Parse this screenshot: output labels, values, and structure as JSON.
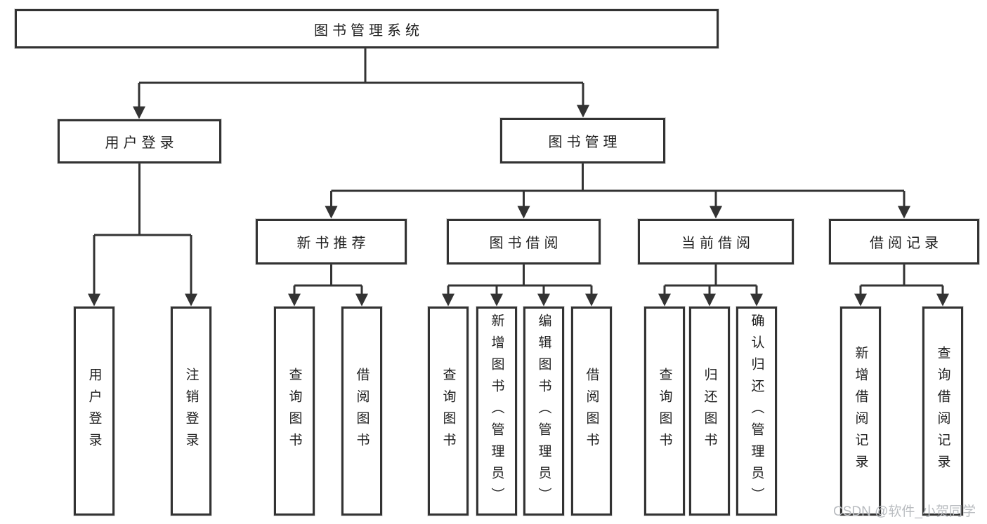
{
  "diagram": {
    "title": "图书管理系统",
    "type": "hierarchy-tree",
    "root": "图书管理系统",
    "level1": [
      "用户登录",
      "图书管理"
    ],
    "level2": [
      "新书推荐",
      "图书借阅",
      "当前借阅",
      "借阅记录"
    ],
    "leaves": [
      "用户登录",
      "注销登录",
      "查询图书",
      "借阅图书",
      "查询图书",
      "新增图书（管理员）",
      "编辑图书（管理员）",
      "借阅图书",
      "查询图书",
      "归还图书",
      "确认归还（管理员）",
      "新增借阅记录",
      "查询借阅记录"
    ],
    "tree": {
      "图书管理系统": {
        "用户登录": [
          "用户登录",
          "注销登录"
        ],
        "图书管理": {
          "新书推荐": [
            "查询图书",
            "借阅图书"
          ],
          "图书借阅": [
            "查询图书",
            "新增图书（管理员）",
            "编辑图书（管理员）",
            "借阅图书"
          ],
          "当前借阅": [
            "查询图书",
            "归还图书",
            "确认归还（管理员）"
          ],
          "借阅记录": [
            "新增借阅记录",
            "查询借阅记录"
          ]
        }
      }
    }
  },
  "watermark": "CSDN @软件_小贺同学",
  "colors": {
    "line": "#333333",
    "text": "#1e1e1e",
    "background": "#ffffff",
    "watermark": "#b9bcc0"
  }
}
